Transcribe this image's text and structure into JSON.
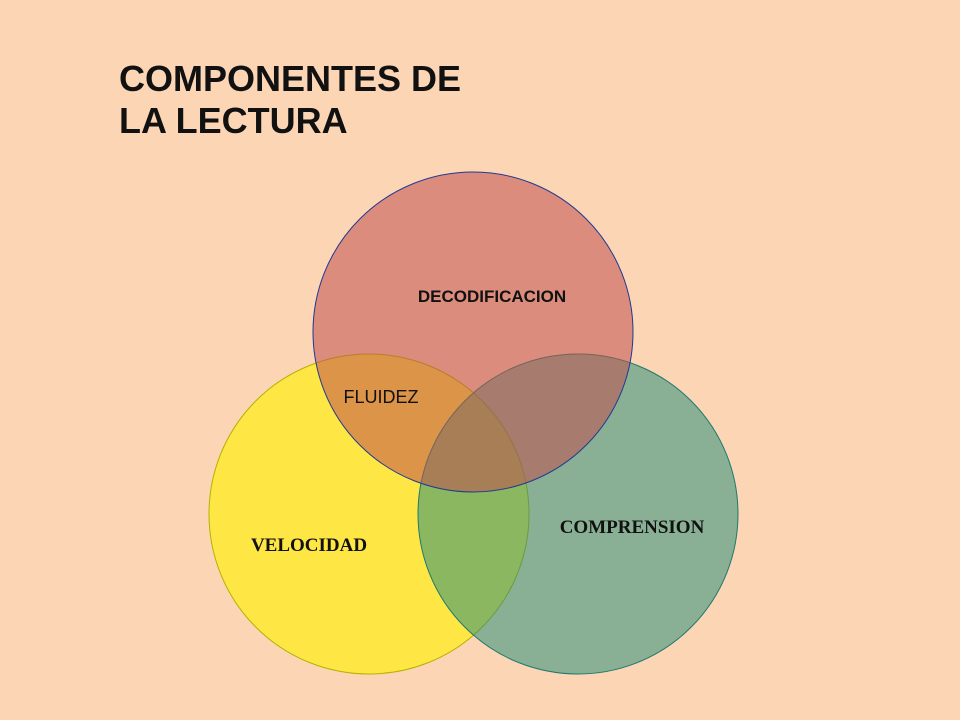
{
  "title": {
    "line1": "COMPONENTES DE",
    "line2": "LA LECTURA"
  },
  "venn": {
    "circles": [
      {
        "name": "decodificacion",
        "label": "DECODIFICACION",
        "fill": "#C0504D",
        "stroke": "#1F3A93"
      },
      {
        "name": "velocidad",
        "label": "VELOCIDAD",
        "fill": "#FFF200",
        "stroke": "#B5B200"
      },
      {
        "name": "comprension",
        "label": "COMPRENSION",
        "fill": "#1E8C78",
        "stroke": "#1E7A6C"
      }
    ],
    "intersection_label": "FLUIDEZ"
  },
  "colors": {
    "background": "#FCD5B5",
    "text": "#111111"
  }
}
